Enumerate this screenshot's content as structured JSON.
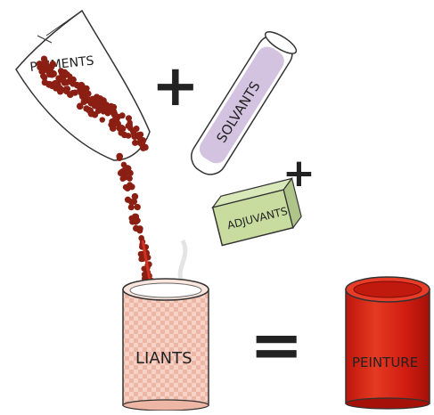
{
  "diagram": {
    "bag_label": "PIGMENTS",
    "tube_label": "SOLVANTS",
    "packet_label": "ADJUVANTS",
    "can_label": "LIANTS",
    "result_label": "PEINTURE",
    "operator_plus": "+",
    "operator_equals": "="
  },
  "colors": {
    "pigment": "#8b1f14",
    "arrow": "#d2321f",
    "paint_can": "#d21e12",
    "binder_can": "#f3c3b4",
    "solvent_fill": "#c8b4d8",
    "adjuvant_box": "#c9dca0"
  }
}
